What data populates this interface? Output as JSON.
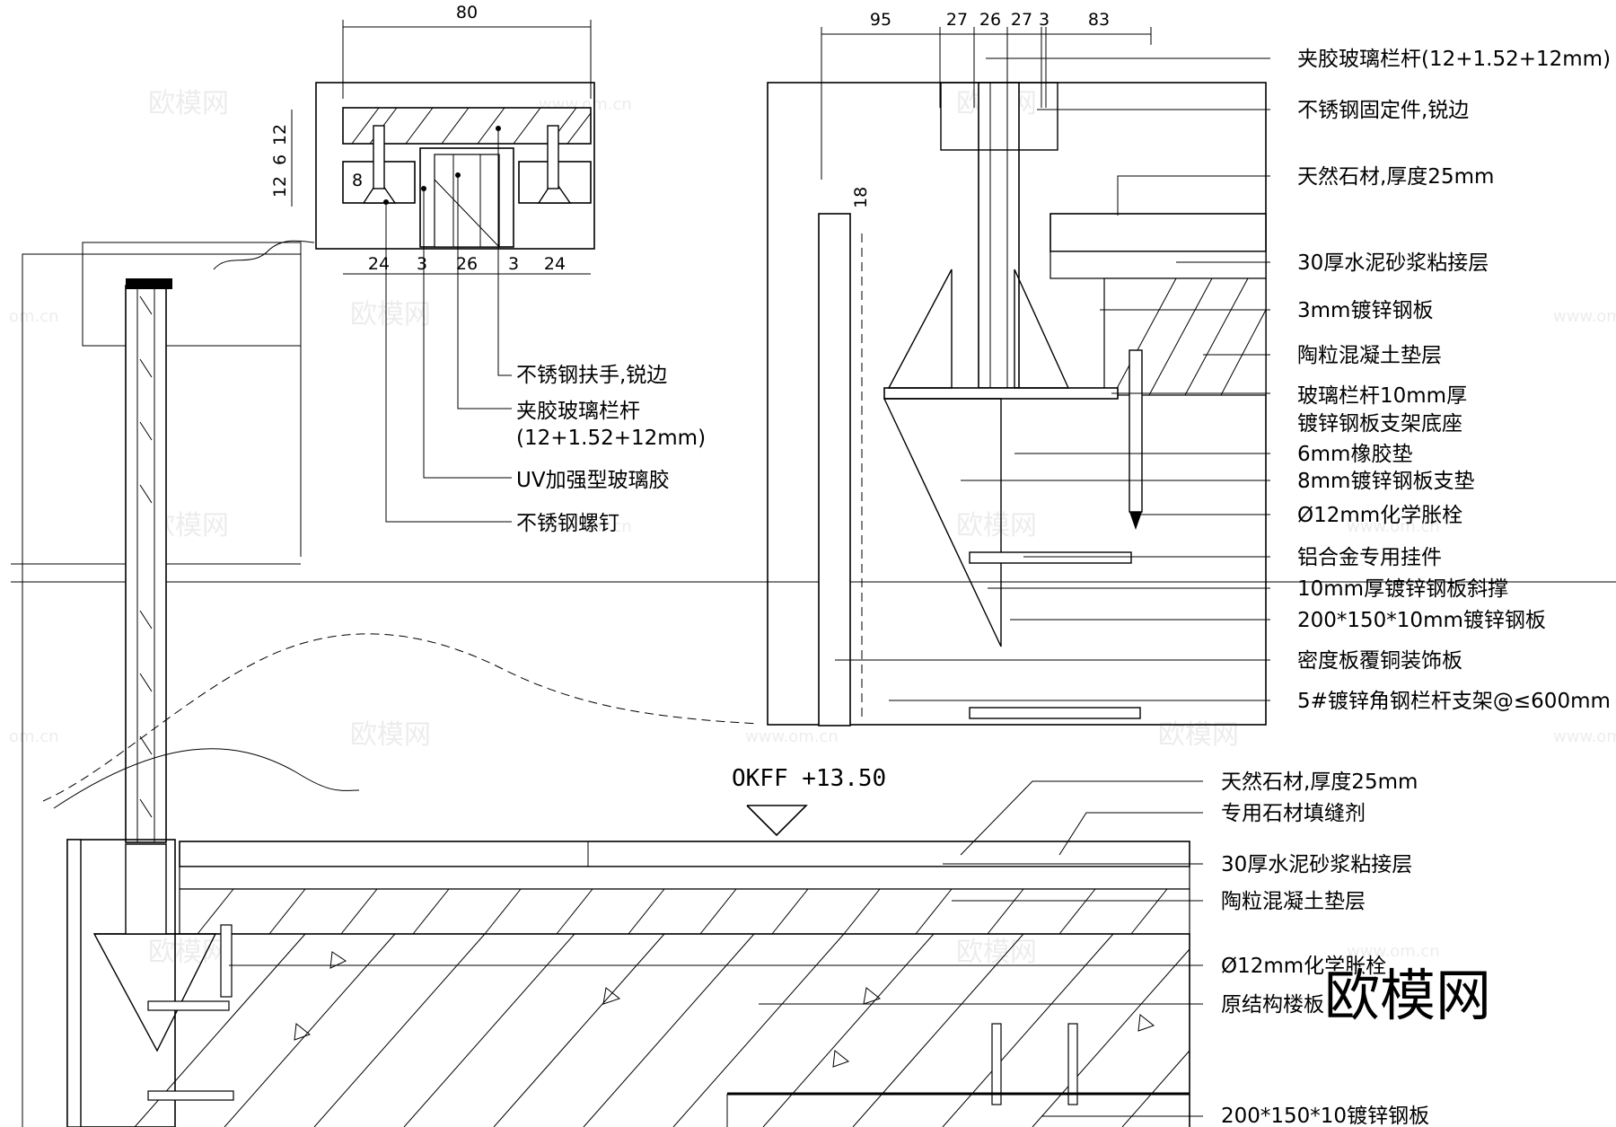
{
  "detail_top_left": {
    "dims_top": [
      "80"
    ],
    "dims_side": [
      "12",
      "6",
      "12"
    ],
    "dim_8": "8",
    "dims_bottom": [
      "24",
      "3",
      "26",
      "3",
      "24"
    ],
    "labels": [
      "不锈钢扶手,锐边",
      "夹胶玻璃栏杆",
      "(12+1.52+12mm)",
      "UV加强型玻璃胶",
      "不锈钢螺钉"
    ]
  },
  "detail_top_right": {
    "dims_top": [
      "95",
      "27",
      "26",
      "27",
      "3",
      "83"
    ],
    "dim_18": "18",
    "labels": [
      "夹胶玻璃栏杆(12+1.52+12mm)",
      "不锈钢固定件,锐边",
      "天然石材,厚度25mm",
      "30厚水泥砂浆粘接层",
      "3mm镀锌钢板",
      "陶粒混凝土垫层",
      "玻璃栏杆10mm厚",
      "镀锌钢板支架底座",
      "6mm橡胶垫",
      "8mm镀锌钢板支垫",
      "Ø12mm化学胀栓",
      "铝合金专用挂件",
      "10mm厚镀锌钢板斜撑",
      "200*150*10mm镀锌钢板",
      "密度板覆铜装饰板",
      "5#镀锌角钢栏杆支架@≤600mm"
    ]
  },
  "main_section": {
    "elevation": "OKFF +13.50",
    "labels": [
      "天然石材,厚度25mm",
      "专用石材填缝剂",
      "30厚水泥砂浆粘接层",
      "陶粒混凝土垫层",
      "Ø12mm化学胀栓",
      "原结构楼板",
      "200*150*10镀锌钢板"
    ]
  },
  "watermarks": {
    "small": [
      "欧模网",
      "www.om.cn",
      "om.cn"
    ],
    "logo": "欧模网"
  }
}
